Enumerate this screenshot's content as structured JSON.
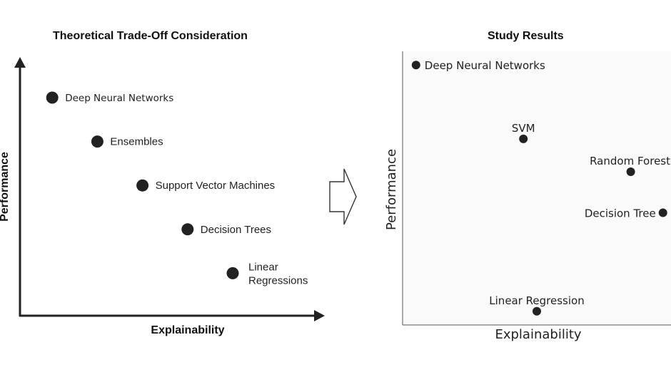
{
  "chart_data": [
    {
      "type": "scatter",
      "title": "Theoretical Trade-Off Consideration",
      "xlabel": "Explainability",
      "ylabel": "Performance",
      "points": [
        {
          "label": "Deep Neural Networks",
          "x": 1,
          "y": 5
        },
        {
          "label": "Ensembles",
          "x": 2,
          "y": 4
        },
        {
          "label": "Support Vector Machines",
          "x": 3,
          "y": 3
        },
        {
          "label": "Decision Trees",
          "x": 4,
          "y": 2
        },
        {
          "label": "Linear Regressions",
          "x": 5,
          "y": 1
        }
      ]
    },
    {
      "type": "scatter",
      "title": "Study Results",
      "xlabel": "Explainability",
      "ylabel": "Performance",
      "points": [
        {
          "label": "Deep Neural Networks",
          "x": 0.05,
          "y": 0.95
        },
        {
          "label": "SVM",
          "x": 0.45,
          "y": 0.68
        },
        {
          "label": "Random Forest",
          "x": 0.85,
          "y": 0.56
        },
        {
          "label": "Decision Tree",
          "x": 0.97,
          "y": 0.41
        },
        {
          "label": "Linear Regression",
          "x": 0.5,
          "y": 0.05
        }
      ]
    }
  ]
}
